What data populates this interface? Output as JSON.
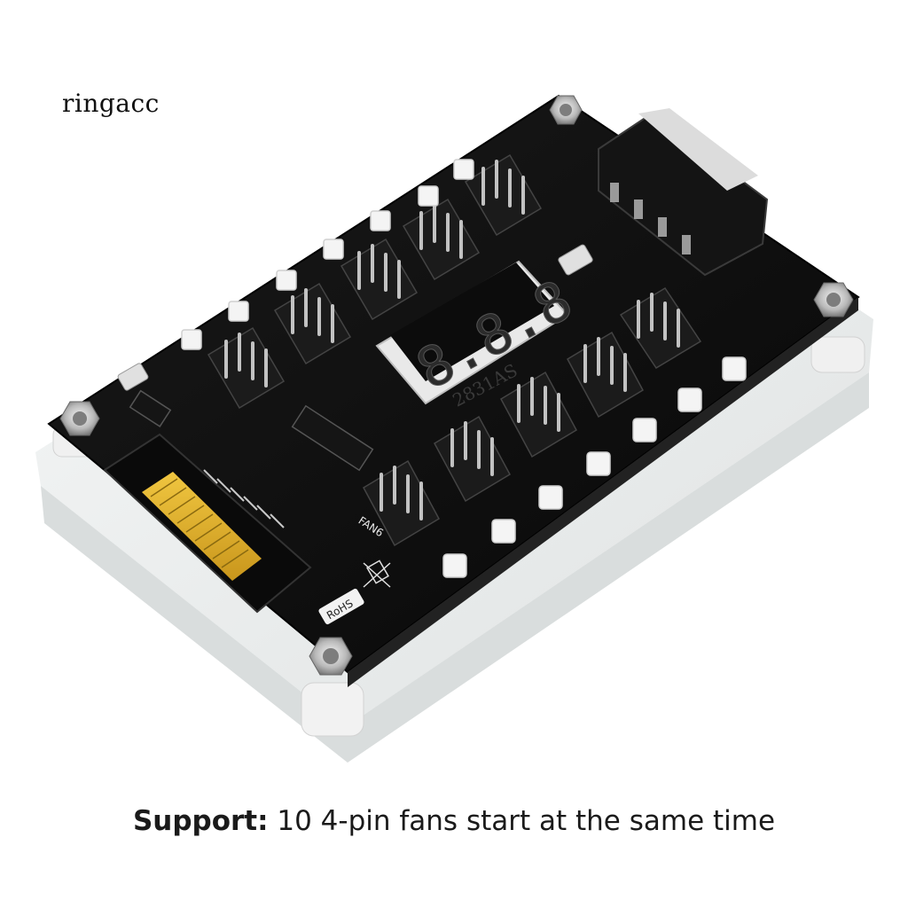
{
  "brand": {
    "watermark": "ringacc"
  },
  "product": {
    "display_digits": "8.8.8",
    "display_part_number": "2831AS",
    "connector_label": "FAN6",
    "compliance_mark": "RoHS",
    "colors": {
      "pcb": "#101010",
      "acrylic": "#e9ecec",
      "gold_pins": "#e2b52c",
      "header": "#1b1b1b"
    }
  },
  "caption": {
    "label": "Support:",
    "text": "10 4-pin fans start at the same time"
  }
}
